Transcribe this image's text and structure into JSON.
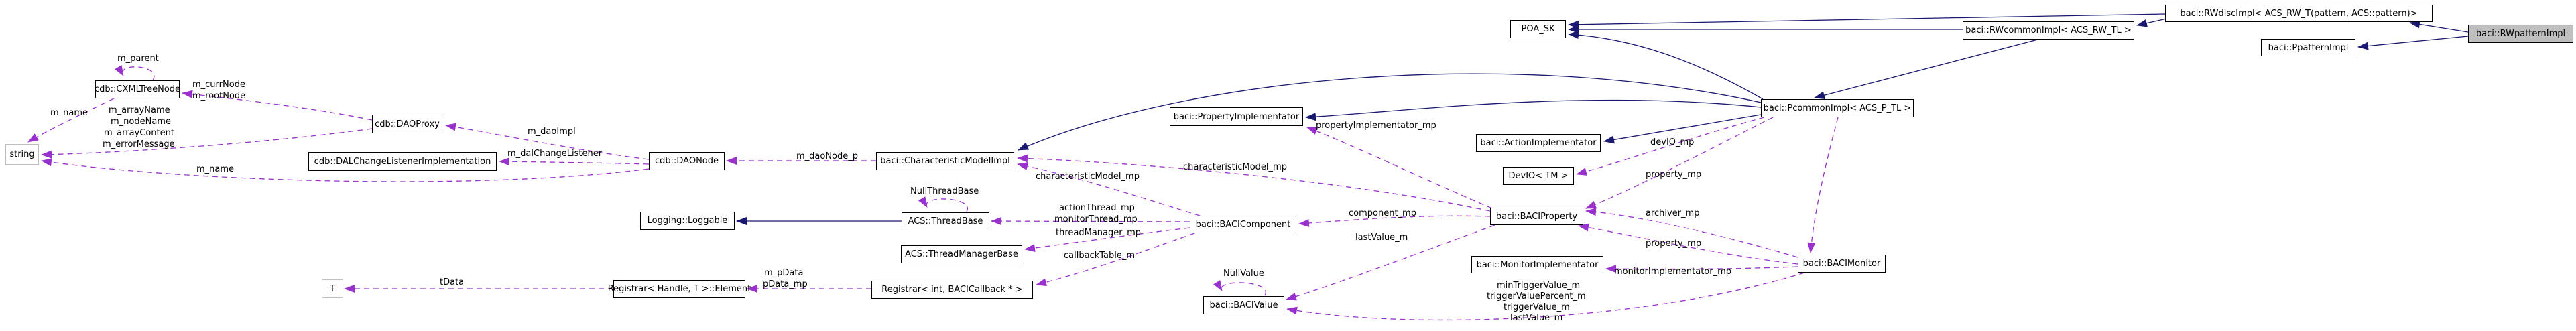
{
  "diagram": {
    "type": "doxygen-collaboration-graph",
    "highlighted_node": "baci::RWpatternImpl",
    "colors": {
      "inheritance_edge": "#191970",
      "usage_edge": "#9932cc",
      "node_border": "#000000",
      "node_fill": "#ffffff",
      "highlight_fill": "#bfbfbf",
      "external_border": "#bdbdbd",
      "background": "#ffffff"
    },
    "nodes": [
      {
        "label": "string",
        "kind": "external"
      },
      {
        "label": "cdb::CXMLTreeNode",
        "kind": "class"
      },
      {
        "label": "cdb::DAOProxy",
        "kind": "class"
      },
      {
        "label": "cdb::DALChangeListenerImplementation",
        "kind": "class"
      },
      {
        "label": "cdb::DAONode",
        "kind": "class"
      },
      {
        "label": "Logging::Loggable",
        "kind": "class"
      },
      {
        "label": "baci::CharacteristicModelImpl",
        "kind": "class"
      },
      {
        "label": "ACS::ThreadBase",
        "kind": "class"
      },
      {
        "label": "ACS::ThreadManagerBase",
        "kind": "class"
      },
      {
        "label": "Registrar< Handle, T >::Element",
        "kind": "class"
      },
      {
        "label": "Registrar< int, BACICallback * >",
        "kind": "class"
      },
      {
        "label": "T",
        "kind": "external"
      },
      {
        "label": "baci::PropertyImplementator",
        "kind": "class"
      },
      {
        "label": "baci::BACIComponent",
        "kind": "class"
      },
      {
        "label": "baci::BACIValue",
        "kind": "class"
      },
      {
        "label": "POA_SK",
        "kind": "class"
      },
      {
        "label": "baci::PcommonImpl< ACS_P_TL >",
        "kind": "class"
      },
      {
        "label": "baci::ActionImplementator",
        "kind": "class"
      },
      {
        "label": "DevIO< TM >",
        "kind": "class"
      },
      {
        "label": "baci::BACIProperty",
        "kind": "class"
      },
      {
        "label": "baci::MonitorImplementator",
        "kind": "class"
      },
      {
        "label": "baci::BACIMonitor",
        "kind": "class"
      },
      {
        "label": "baci::RWcommonImpl< ACS_RW_TL >",
        "kind": "class"
      },
      {
        "label": "baci::RWdiscImpl< ACS_RW_T(pattern, ACS::pattern)>",
        "kind": "class"
      },
      {
        "label": "baci::PpatternImpl",
        "kind": "class"
      },
      {
        "label": "baci::RWpatternImpl",
        "kind": "highlight"
      }
    ],
    "edge_labels": [
      {
        "text": "m_parent"
      },
      {
        "text": "m_currNode"
      },
      {
        "text": "m_rootNode"
      },
      {
        "text": "m_name"
      },
      {
        "text": "m_arrayName"
      },
      {
        "text": "m_nodeName"
      },
      {
        "text": "m_arrayContent"
      },
      {
        "text": "m_errorMessage"
      },
      {
        "text": "m_name"
      },
      {
        "text": "m_daoImpl"
      },
      {
        "text": "m_dalChangeListener"
      },
      {
        "text": "m_daoNode_p"
      },
      {
        "text": "NullThreadBase"
      },
      {
        "text": "characteristicModel_mp"
      },
      {
        "text": "characteristicModel_mp"
      },
      {
        "text": "actionThread_mp"
      },
      {
        "text": "monitorThread_mp"
      },
      {
        "text": "threadManager_mp"
      },
      {
        "text": "callbackTable_m"
      },
      {
        "text": "m_pData"
      },
      {
        "text": "pData_mp"
      },
      {
        "text": "tData"
      },
      {
        "text": "propertyImplementator_mp"
      },
      {
        "text": "devIO_mp"
      },
      {
        "text": "property_mp"
      },
      {
        "text": "component_mp"
      },
      {
        "text": "lastValue_m"
      },
      {
        "text": "NullValue"
      },
      {
        "text": "archiver_mp"
      },
      {
        "text": "property_mp"
      },
      {
        "text": "monitorImplementator_mp"
      },
      {
        "text": "minTriggerValue_m"
      },
      {
        "text": "triggerValuePercent_m"
      },
      {
        "text": "triggerValue_m"
      },
      {
        "text": "lastValue_m"
      }
    ]
  }
}
